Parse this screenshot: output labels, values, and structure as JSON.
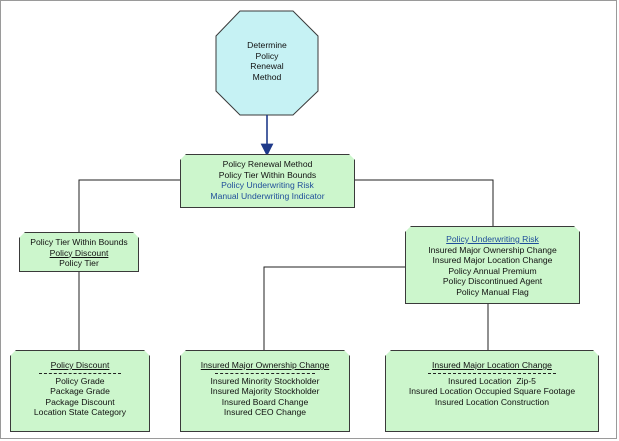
{
  "root": {
    "lines": [
      "Determine",
      "Policy",
      "Renewal",
      "Method"
    ]
  },
  "top_node": {
    "lines": [
      "Policy Renewal Method",
      "Policy Tier Within Bounds"
    ],
    "blue_lines": [
      "Policy Underwriting Risk",
      "Manual Underwriting Indicator"
    ]
  },
  "left_node": {
    "line1": "Policy Tier Within Bounds",
    "line2": "Policy Discount",
    "line3": "Policy Tier"
  },
  "right_node": {
    "title": "Policy Underwriting Risk",
    "line1": "Insured Major Ownership Change",
    "line2": "Insured Major Location Change",
    "line3": "Policy Annual Premium",
    "line4": "Policy Discontinued Agent",
    "line5": "Policy Manual Flag"
  },
  "bottom_left": {
    "title": "Policy Discount",
    "items": [
      "Policy Grade",
      "Package Grade",
      "Package Discount",
      "Location State Category"
    ]
  },
  "bottom_mid": {
    "title": "Insured Major Ownership Change",
    "items": [
      "Insured Minority Stockholder",
      "Insured Majority Stockholder",
      "Insured Board Change",
      "Insured CEO Change"
    ]
  },
  "bottom_right": {
    "title": "Insured Major Location Change",
    "items": [
      "Insured Location  Zip-5",
      "Insured Location Occupied Square Footage",
      "Insured Location Construction"
    ]
  },
  "colors": {
    "node_fill": "#ccf6cc",
    "root_fill": "#c6f2f4",
    "arrow": "#1f3a8a",
    "blue_text": "#1f4e9a"
  }
}
